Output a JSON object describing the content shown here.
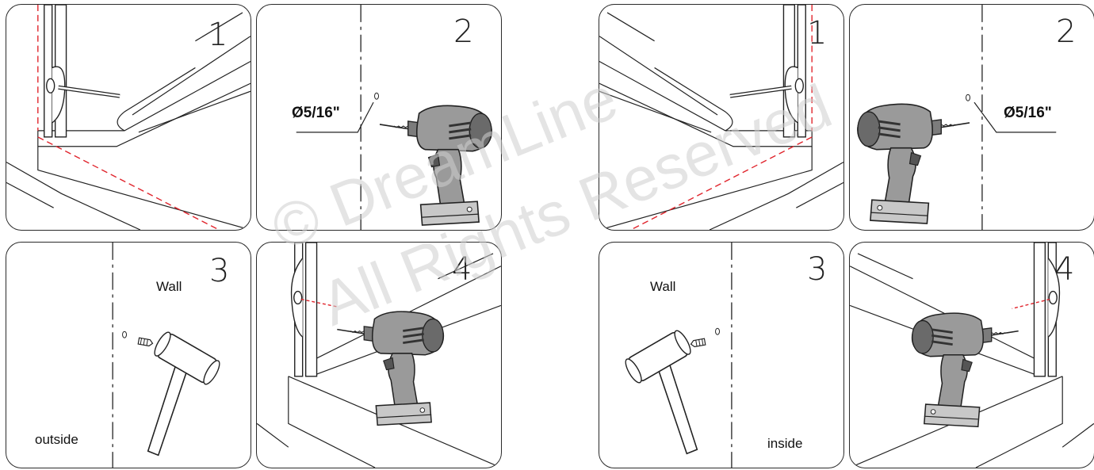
{
  "watermark": {
    "line1": "© DreamLine",
    "line2": "All Rights Reserved"
  },
  "left_set": {
    "panels": [
      {
        "step": "1"
      },
      {
        "step": "2",
        "drill_size": "Ø5/16\""
      },
      {
        "step": "3",
        "wall_label": "Wall",
        "side_label": "outside"
      },
      {
        "step": "4"
      }
    ]
  },
  "right_set": {
    "panels": [
      {
        "step": "1"
      },
      {
        "step": "2",
        "drill_size": "Ø5/16\""
      },
      {
        "step": "3",
        "wall_label": "Wall",
        "side_label": "inside"
      },
      {
        "step": "4"
      }
    ]
  },
  "colors": {
    "guide_line": "#e0242c",
    "ink": "#222222",
    "drill_body": "#9a9a9a",
    "drill_dark": "#555555"
  }
}
